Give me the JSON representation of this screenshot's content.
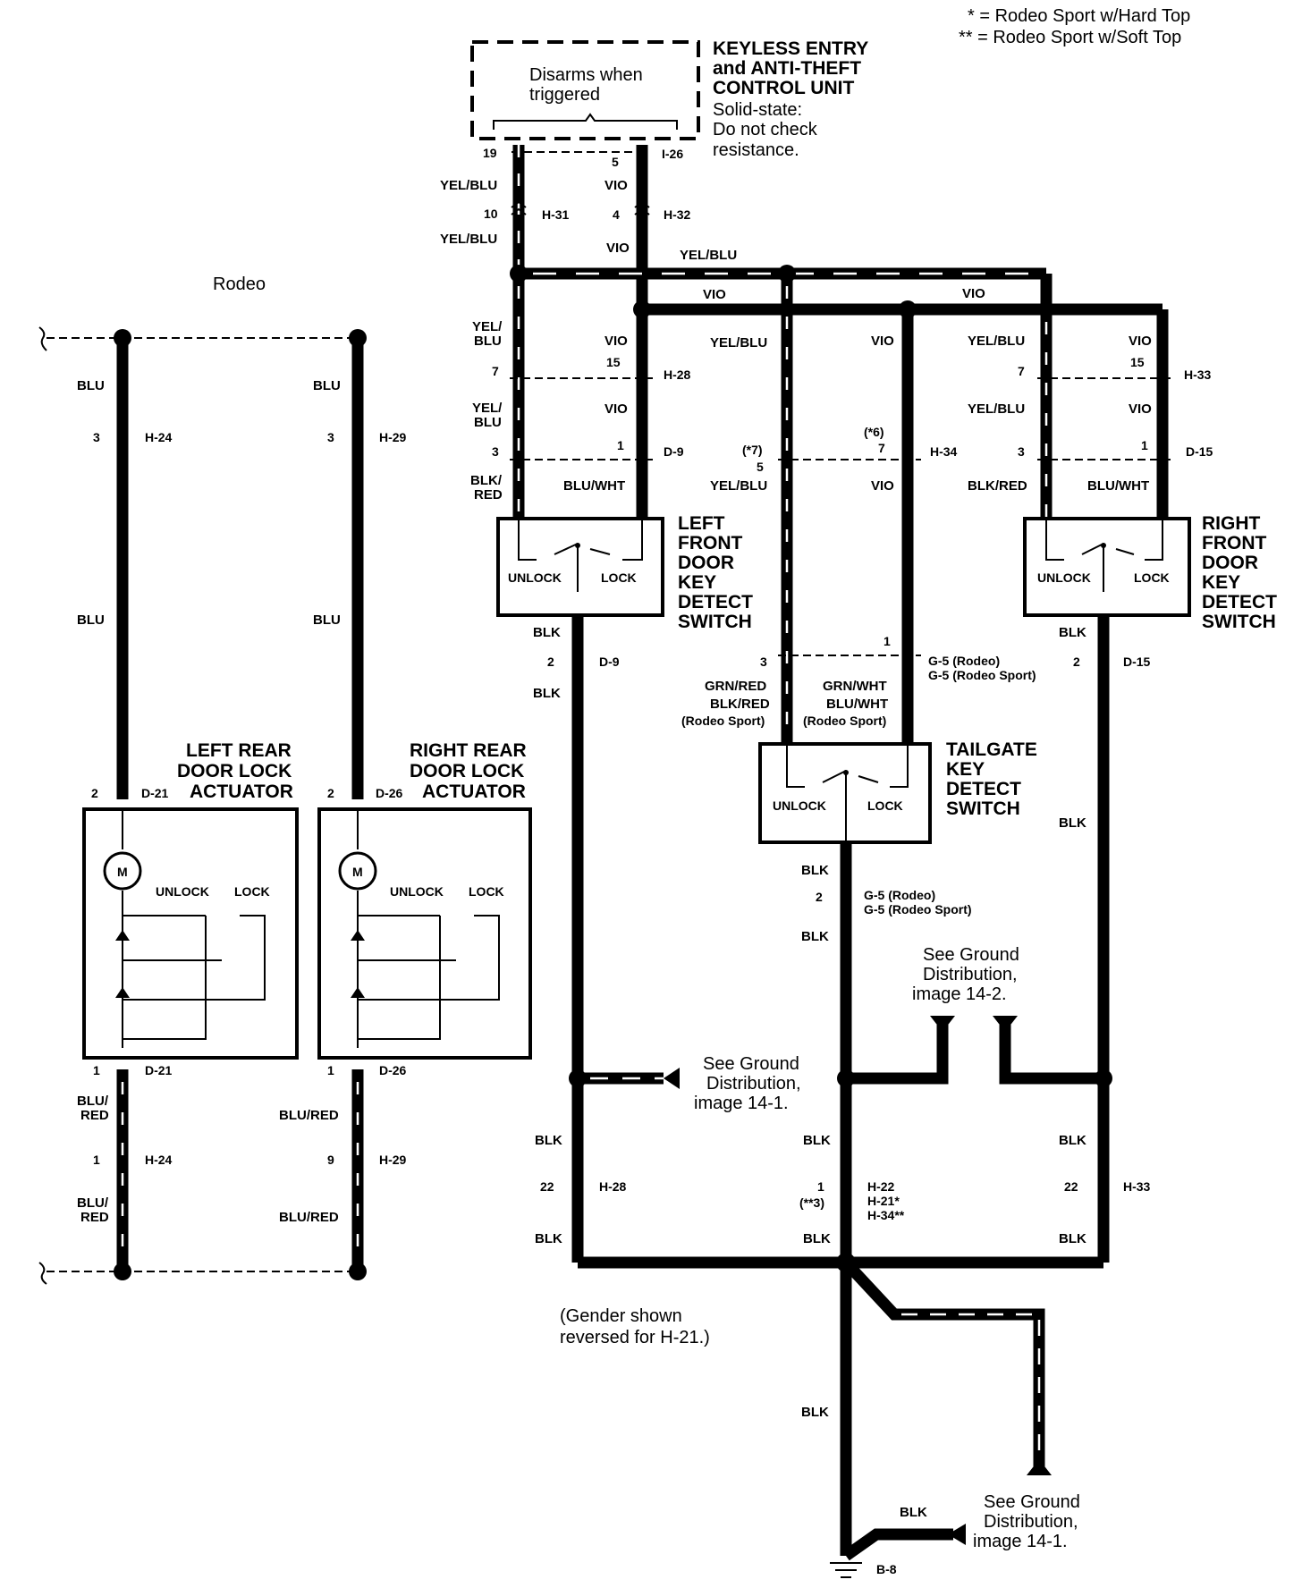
{
  "legend": {
    "line1": "* =  Rodeo Sport w/Hard Top",
    "line2": "** =  Rodeo Sport  w/Soft Top"
  },
  "control_unit": {
    "inner_text_1": "Disarms when",
    "inner_text_2": "triggered",
    "title_1": "KEYLESS ENTRY",
    "title_2": "and ANTI-THEFT",
    "title_3": "CONTROL UNIT",
    "note_1": "Solid-state:",
    "note_2": "Do not check",
    "note_3": "resistance.",
    "pin_left": "19",
    "pin_right": "5",
    "connector": "I-26"
  },
  "rodeo_label": "Rodeo",
  "upper_wires": {
    "yel_blu": "YEL/BLU",
    "vio": "VIO",
    "h31": "H-31",
    "h32": "H-32",
    "pin10": "10",
    "pin4": "4"
  },
  "bus_labels": {
    "yel_blu": "YEL/BLU",
    "vio_1": "VIO",
    "vio_2": "VIO"
  },
  "left_front": {
    "title": [
      "LEFT",
      "FRONT",
      "DOOR",
      "KEY",
      "DETECT",
      "SWITCH"
    ],
    "yel_blu_a": "YEL/\nBLU",
    "vio_a": "VIO",
    "pin7": "7",
    "pin15": "15",
    "h28": "H-28",
    "pin3": "3",
    "pin1": "1",
    "d9": "D-9",
    "blk_red": "BLK/\nRED",
    "blu_wht": "BLU/WHT",
    "unlock": "UNLOCK",
    "lock": "LOCK",
    "blk": "BLK",
    "pin2": "2"
  },
  "right_front": {
    "title": [
      "RIGHT",
      "FRONT",
      "DOOR",
      "KEY",
      "DETECT",
      "SWITCH"
    ],
    "yel_blu": "YEL/BLU",
    "vio": "VIO",
    "pin7": "7",
    "pin15": "15",
    "h33": "H-33",
    "pin3": "3",
    "pin1": "1",
    "d15": "D-15",
    "blk_red": "BLK/RED",
    "blu_wht": "BLU/WHT",
    "unlock": "UNLOCK",
    "lock": "LOCK",
    "blk": "BLK",
    "pin2": "2"
  },
  "tailgate": {
    "title": [
      "TAILGATE",
      "KEY",
      "DETECT",
      "SWITCH"
    ],
    "yel_blu": "YEL/BLU",
    "vio": "VIO",
    "star7": "(*7)",
    "pin5": "5",
    "star6": "(*6)",
    "pin7": "7",
    "h34": "H-34",
    "pin3": "3",
    "pin1": "1",
    "g5a": "G-5 (Rodeo)",
    "g5b": "G-5 (Rodeo Sport)",
    "grn_red": "GRN/RED",
    "blk_red": "BLK/RED",
    "rodeo_sport_1": "(Rodeo Sport)",
    "grn_wht": "GRN/WHT",
    "blu_wht": "BLU/WHT",
    "rodeo_sport_2": "(Rodeo Sport)",
    "unlock": "UNLOCK",
    "lock": "LOCK",
    "blk": "BLK",
    "pin2": "2"
  },
  "left_rear": {
    "title": [
      "LEFT REAR",
      "DOOR LOCK",
      "ACTUATOR"
    ],
    "blu": "BLU",
    "pin3": "3",
    "h24": "H-24",
    "pin2": "2",
    "d21": "D-21",
    "motor": "M",
    "unlock": "UNLOCK",
    "lock": "LOCK",
    "pin1": "1",
    "blu_red": "BLU/\nRED",
    "pin1b": "1"
  },
  "right_rear": {
    "title": [
      "RIGHT REAR",
      "DOOR LOCK",
      "ACTUATOR"
    ],
    "blu": "BLU",
    "pin3": "3",
    "h29": "H-29",
    "pin2": "2",
    "d26": "D-26",
    "motor": "M",
    "unlock": "UNLOCK",
    "lock": "LOCK",
    "pin1": "1",
    "blu_red": "BLU/RED",
    "pin9": "9"
  },
  "ground": {
    "see_14_1_a": [
      "See Ground",
      "Distribution,",
      "image 14-1."
    ],
    "see_14_2": [
      "See Ground",
      "Distribution,",
      "image 14-2."
    ],
    "see_14_1_b": [
      "See Ground",
      "Distribution,",
      "image 14-1."
    ],
    "blk": "BLK",
    "pin22": "22",
    "h28": "H-28",
    "pin1": "1",
    "star3": "(**3)",
    "h22": "H-22",
    "h21": "H-21*",
    "h34": "H-34**",
    "h33": "H-33",
    "gender_1": "(Gender shown",
    "gender_2": "reversed for H-21.)",
    "b8": "B-8"
  }
}
